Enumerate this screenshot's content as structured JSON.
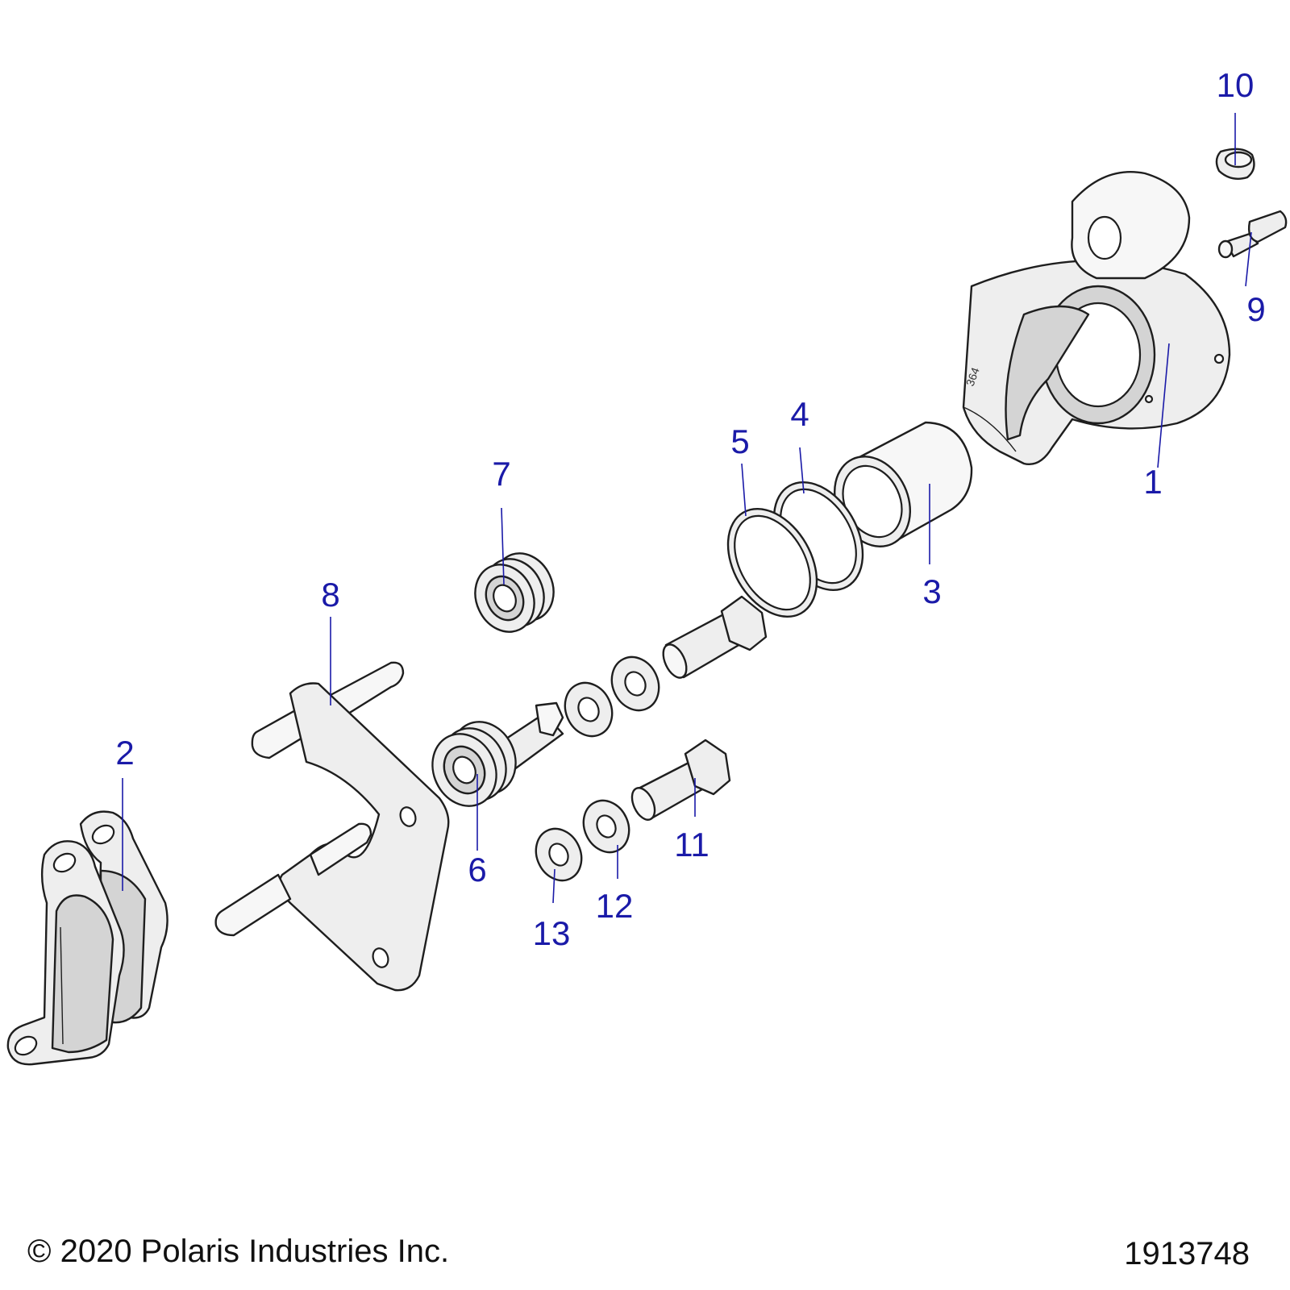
{
  "callouts": {
    "c1": "1",
    "c2": "2",
    "c3": "3",
    "c4": "4",
    "c5": "5",
    "c6": "6",
    "c7": "7",
    "c8": "8",
    "c9": "9",
    "c10": "10",
    "c11": "11",
    "c12": "12",
    "c13": "13"
  },
  "casting_mark": "364",
  "footer": {
    "copyright": "© 2020 Polaris Industries Inc.",
    "drawing_number": "1913748"
  },
  "colors": {
    "callout": "#1a1aa8",
    "part_fill": "#eeeeee",
    "outline": "#1e1e1e"
  }
}
